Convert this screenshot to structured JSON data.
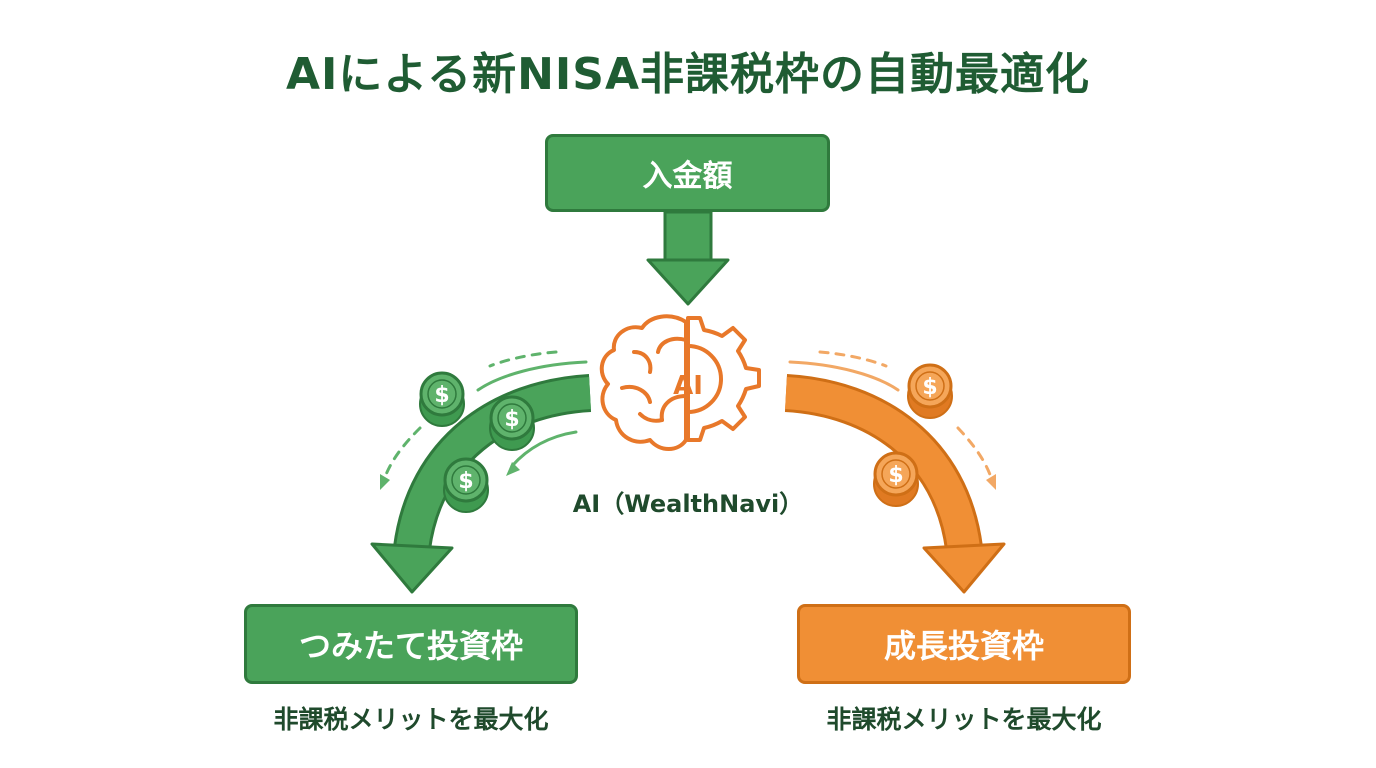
{
  "title": "AIによる新NISA非課税枠の自動最適化",
  "deposit_label": "入金額",
  "ai_label": "AI",
  "ai_caption": "AI（WealthNavi）",
  "left_box": {
    "label": "つみたて投資枠",
    "merit": "非課税メリットを最大化"
  },
  "right_box": {
    "label": "成長投資枠",
    "merit": "非課税メリットを最大化"
  },
  "coin_symbol": "$",
  "colors": {
    "green": "#4aa35a",
    "green_dark": "#2f7a3d",
    "orange": "#f08f35",
    "orange_dark": "#cf6f16",
    "title": "#1f5c33"
  },
  "icons": {
    "ai_engine": "brain-gear-icon",
    "coin": "dollar-coin-icon"
  }
}
